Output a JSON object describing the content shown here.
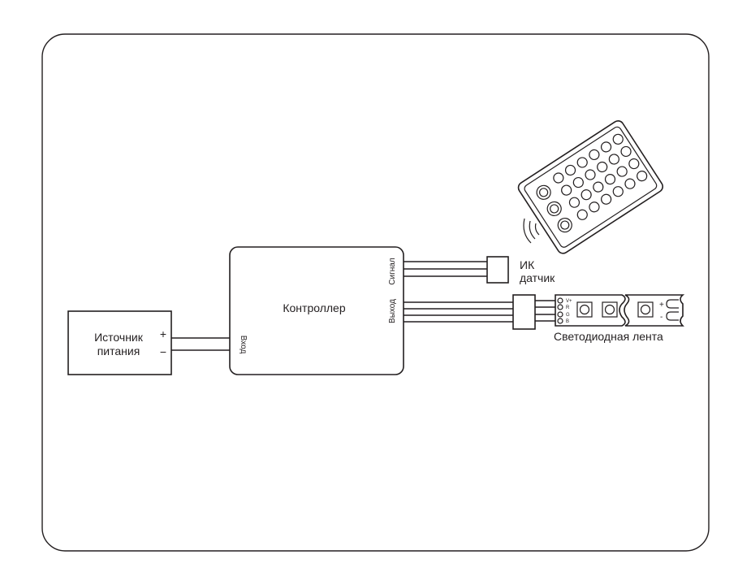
{
  "blocks": {
    "power_supply": {
      "line1": "Источник",
      "line2": "питания",
      "plus": "+",
      "minus": "−"
    },
    "controller": {
      "title": "Контроллер",
      "input_label": "Вход",
      "signal_label": "Сигнал",
      "output_label": "Выход"
    },
    "ir_sensor": {
      "line1": "ИК",
      "line2": "датчик"
    },
    "led_strip": {
      "label": "Светодиодная лента",
      "pins": [
        "V+",
        "R",
        "G",
        "B"
      ],
      "plus": "+",
      "minus": "-"
    }
  },
  "remote": {
    "icon": "ir-remote-icon"
  }
}
